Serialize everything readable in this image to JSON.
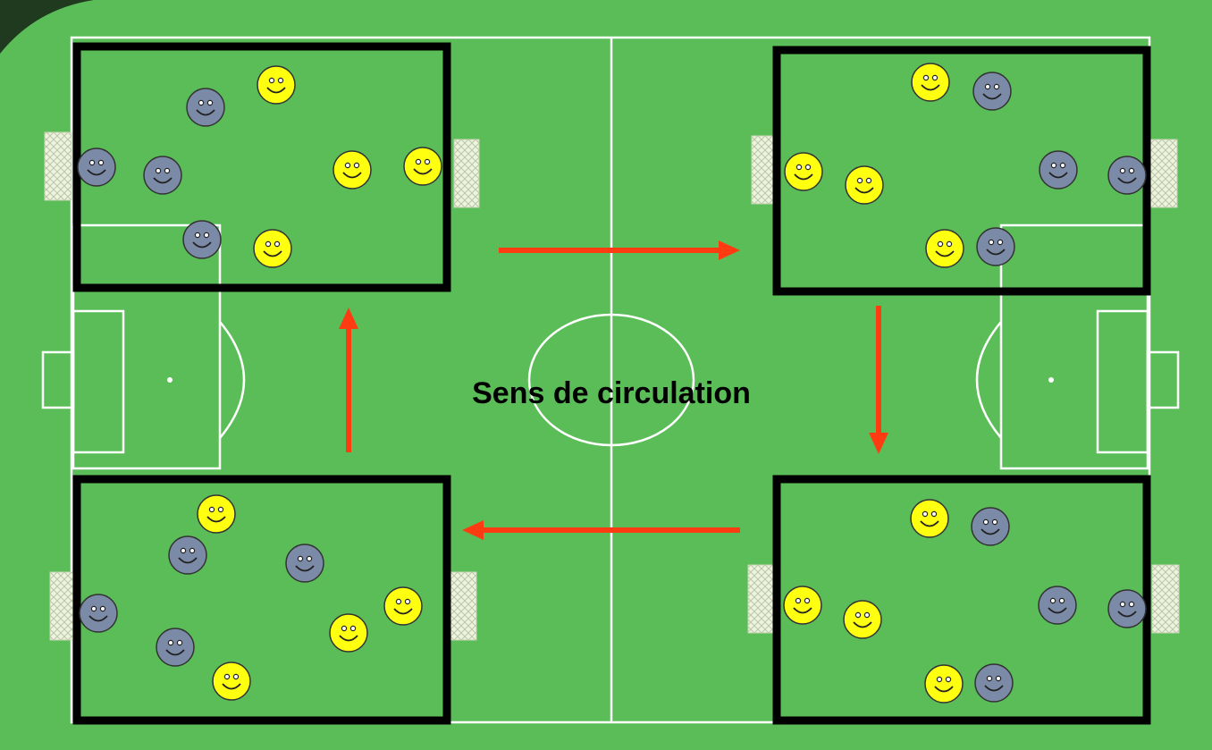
{
  "diagram": {
    "caption": "Sens de circulation",
    "colors": {
      "pitch": "#5bbd58",
      "pitch_lines": "#ffffff",
      "zone_border": "#000000",
      "arrow": "#ff3b12",
      "team_yellow": "#ffff10",
      "team_grey": "#7b8aa6",
      "goal_net": "#e8efd8"
    },
    "zones": [
      {
        "id": "top-left",
        "yellow_players": 4,
        "grey_players": 4
      },
      {
        "id": "top-right",
        "yellow_players": 4,
        "grey_players": 4
      },
      {
        "id": "bottom-left",
        "yellow_players": 4,
        "grey_players": 4
      },
      {
        "id": "bottom-right",
        "yellow_players": 4,
        "grey_players": 4
      }
    ],
    "rotation": [
      "top-left",
      "top-right",
      "bottom-right",
      "bottom-left"
    ]
  }
}
